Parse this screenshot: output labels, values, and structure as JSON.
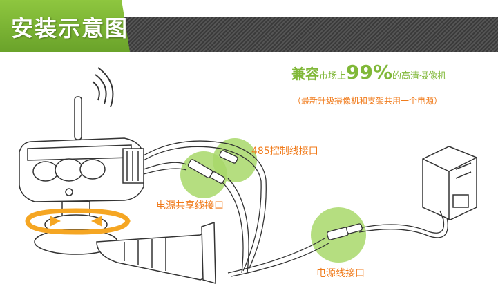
{
  "header": {
    "title": "安装示意图"
  },
  "tagline": {
    "part1": "兼容",
    "part2": "市场上",
    "percent": "99%",
    "part3": "的高清摄像机"
  },
  "subtagline": "（最新升级摄像机和支架共用一个电源）",
  "labels": {
    "port_485": "485控制线接口",
    "shared_power": "电源共享线接口",
    "power_port": "电源线接口"
  },
  "colors": {
    "green_accent": "#8ec63f",
    "orange_text": "#f07a1a",
    "tagline_green": "#80b838"
  }
}
